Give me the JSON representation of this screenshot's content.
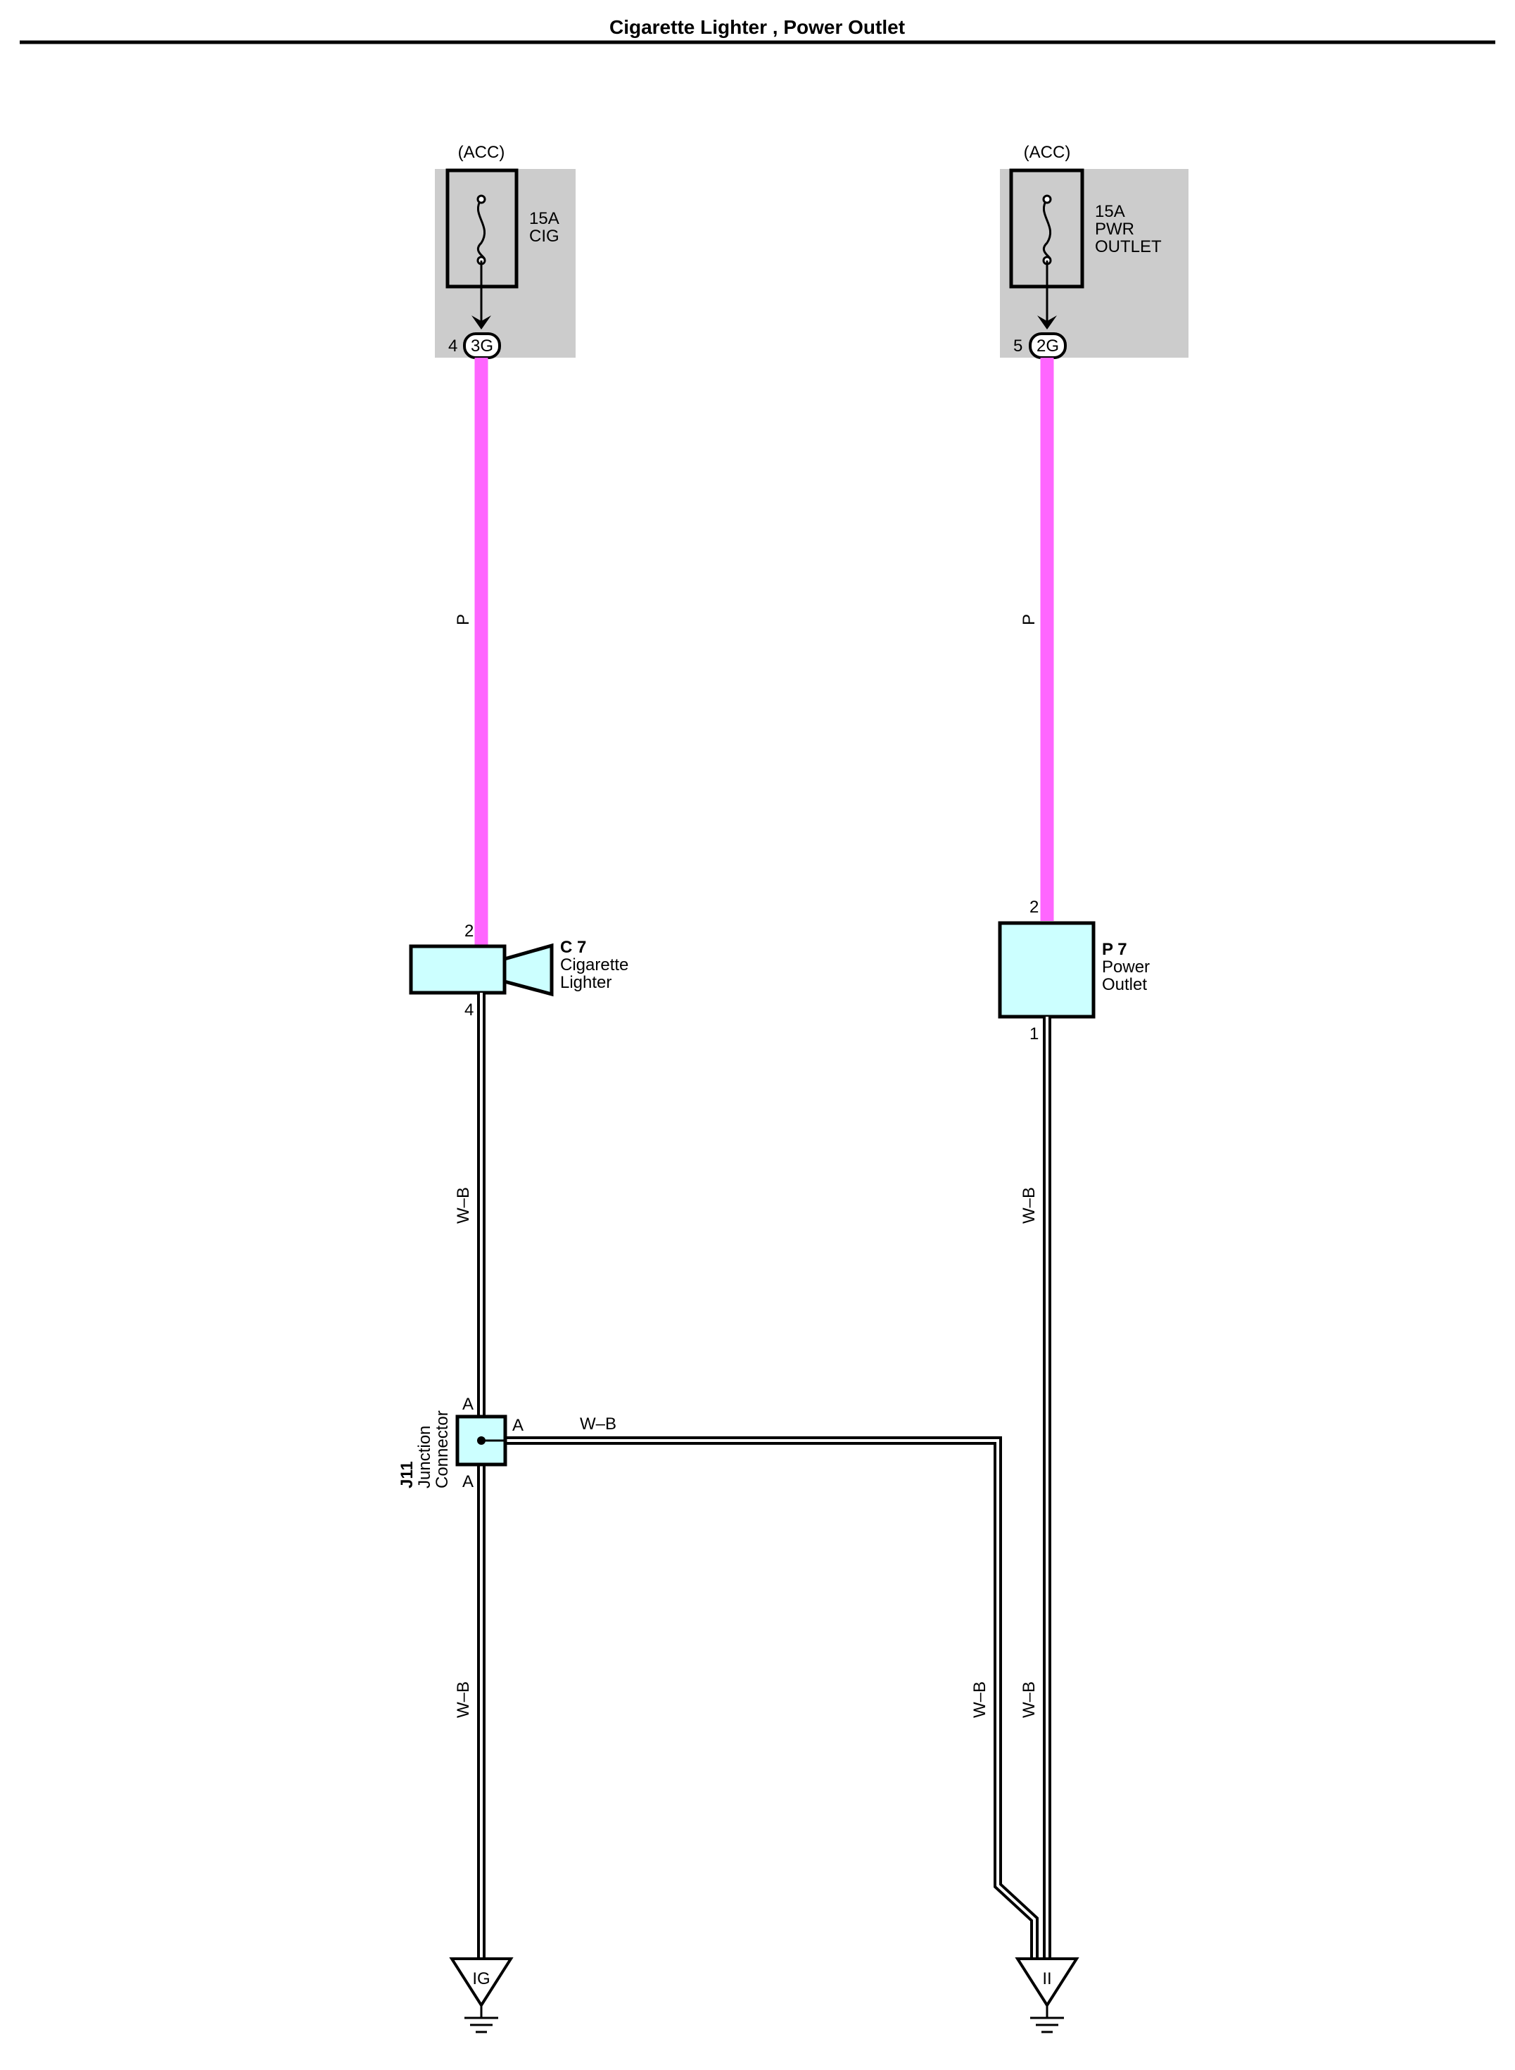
{
  "title": "Cigarette Lighter , Power Outlet",
  "fuses": [
    {
      "source": "(ACC)",
      "rating": "15A",
      "name_lines": [
        "CIG"
      ],
      "pin": "4",
      "connector": "3G"
    },
    {
      "source": "(ACC)",
      "rating": "15A",
      "name_lines": [
        "PWR",
        "OUTLET"
      ],
      "pin": "5",
      "connector": "2G"
    }
  ],
  "wire_colors": {
    "pink": "#ff66ff",
    "ground_wire": "W-B",
    "power_wire": "P",
    "component_fill": "#ccffff",
    "fuse_box_fill": "#cccccc"
  },
  "wires": {
    "left_power": "P",
    "right_power": "P",
    "left_upper_ground": "W–B",
    "left_lower_ground": "W–B",
    "junction_branch": "W–B",
    "right_branch_lower": "W–B",
    "right_outlet_ground": "W–B",
    "right_upper_ground": "W–B"
  },
  "components": {
    "lighter": {
      "code": "C 7",
      "name_lines": [
        "Cigarette",
        "Lighter"
      ],
      "pin_top": "2",
      "pin_bottom": "4"
    },
    "outlet": {
      "code": "P 7",
      "name_lines": [
        "Power",
        "Outlet"
      ],
      "pin_top": "2",
      "pin_bottom": "1"
    },
    "junction": {
      "code": "J11",
      "name_lines": [
        "Junction",
        "Connector"
      ],
      "pin_top": "A",
      "pin_right": "A",
      "pin_bottom": "A"
    }
  },
  "grounds": [
    {
      "label": "IG"
    },
    {
      "label": "II"
    }
  ]
}
